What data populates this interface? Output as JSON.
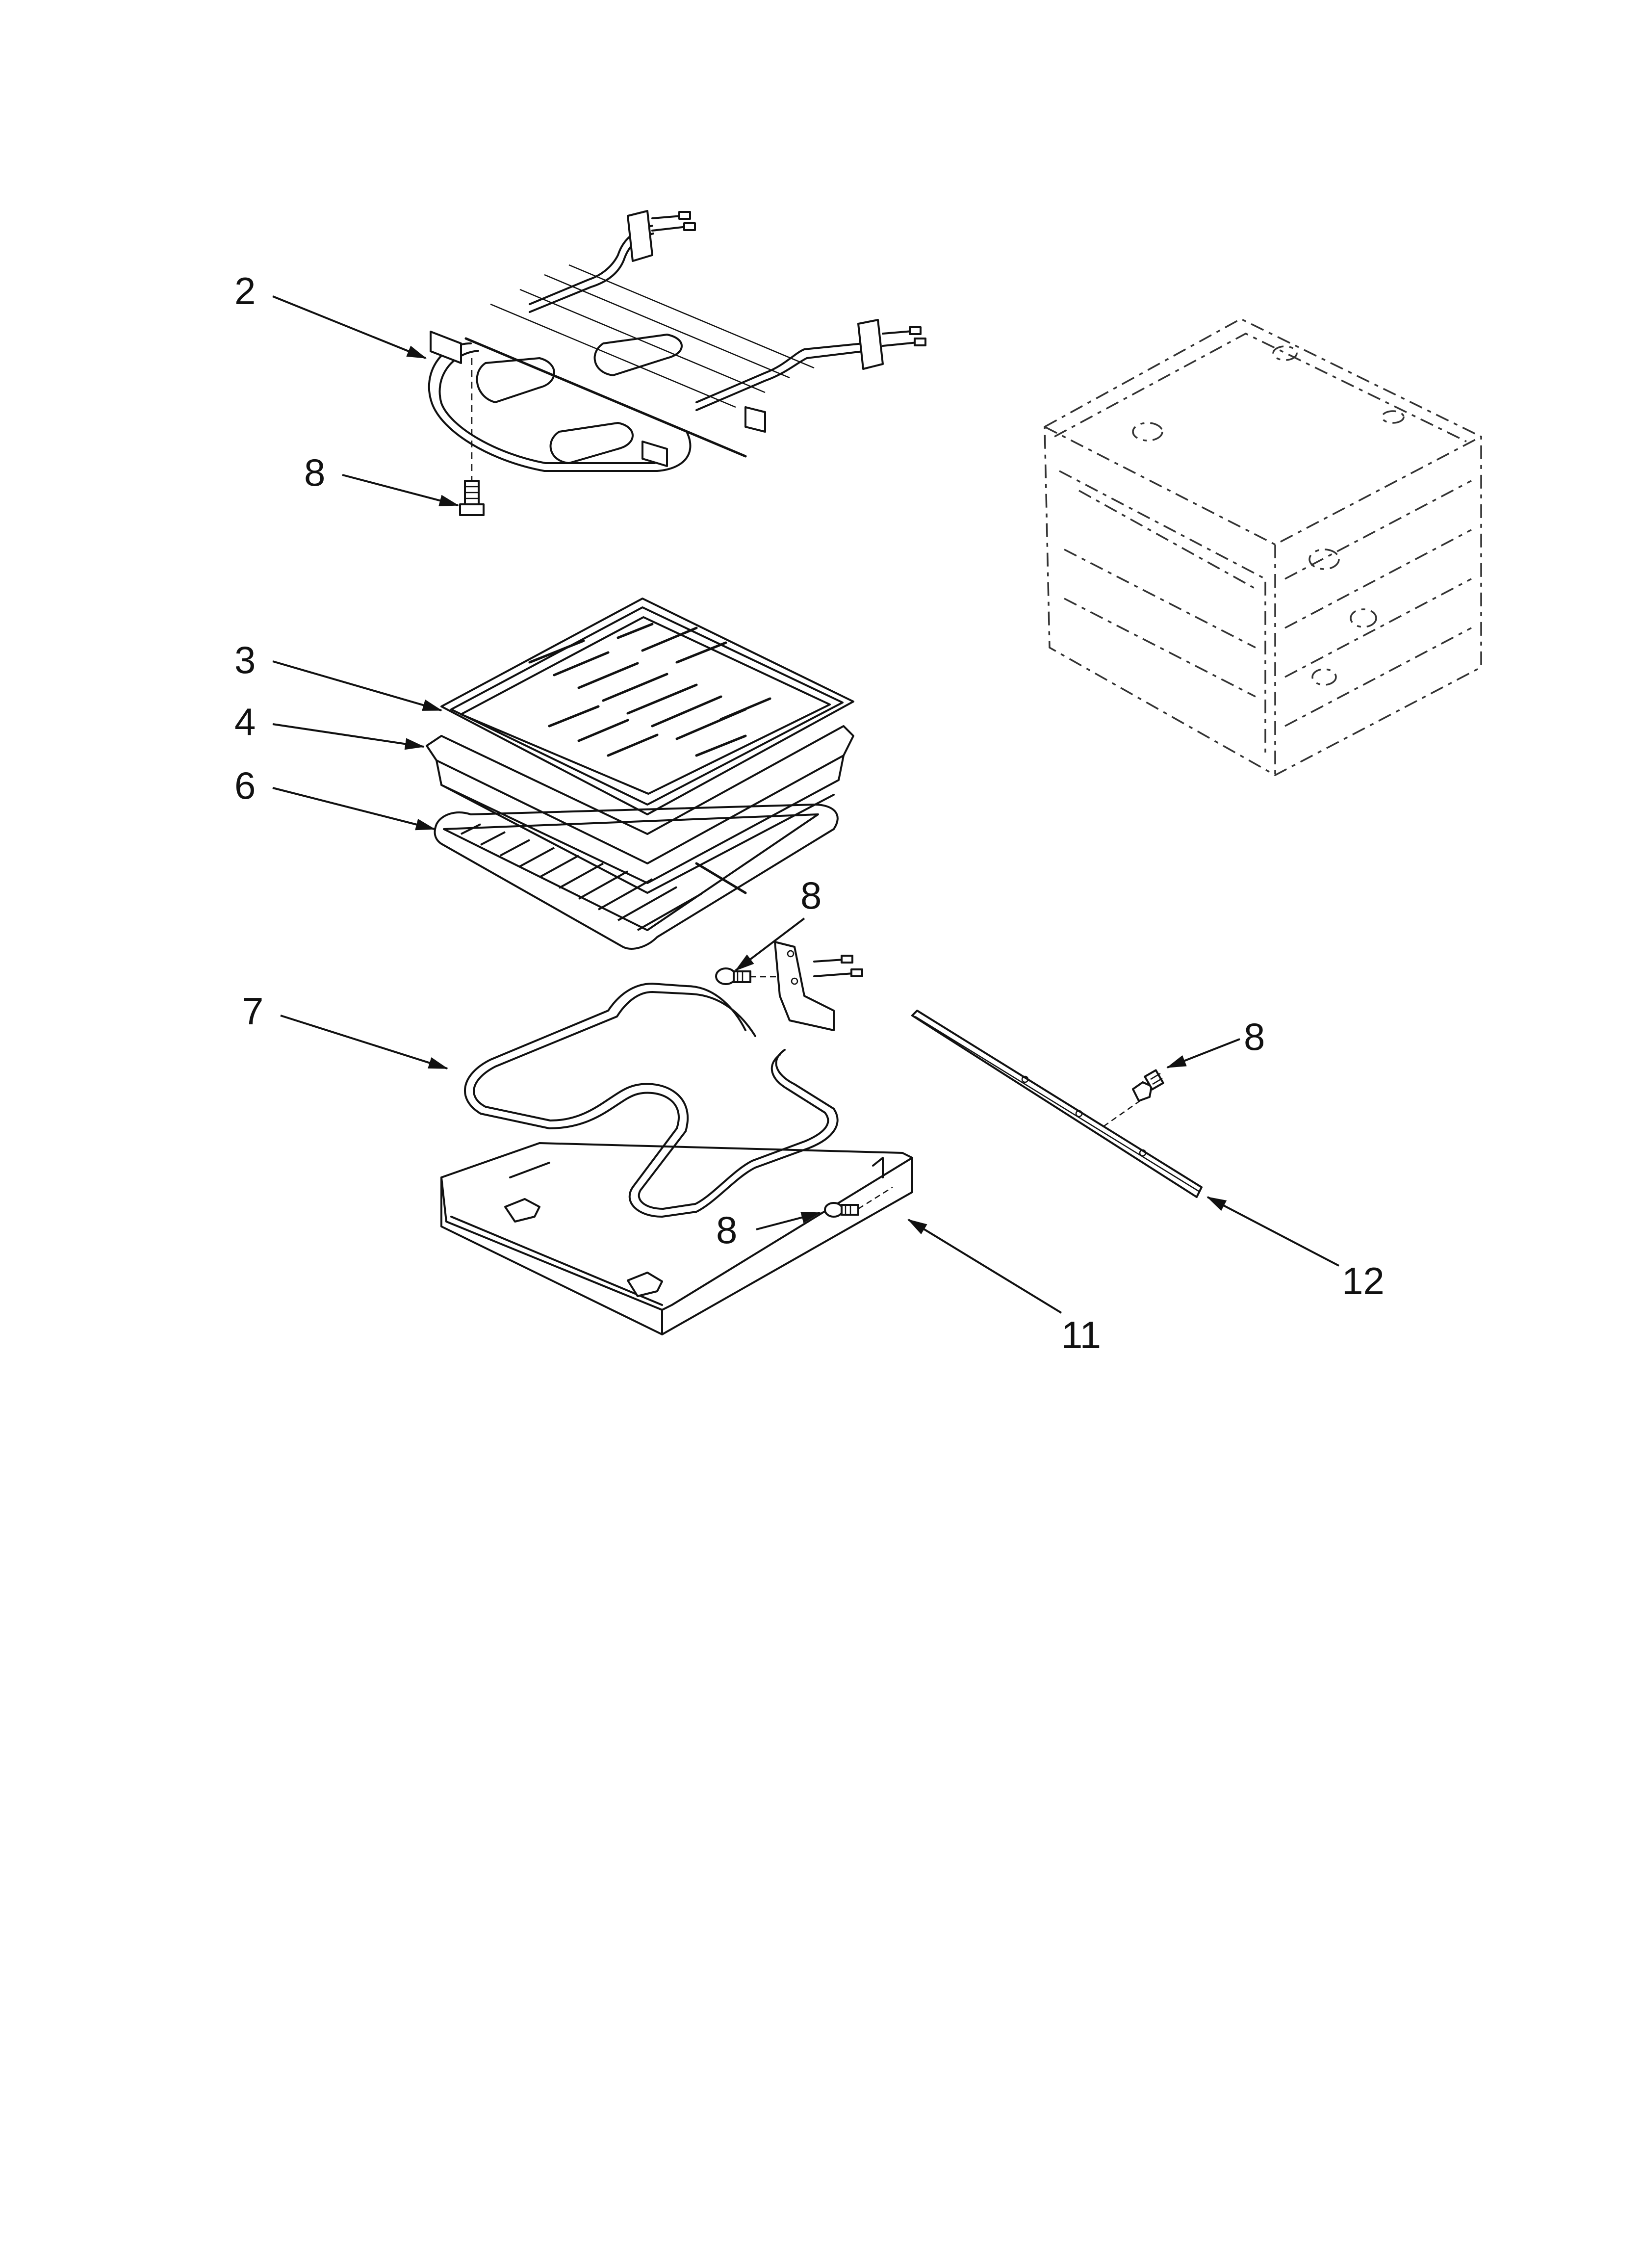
{
  "diagram": {
    "callouts": [
      {
        "id": "c2",
        "label": "2"
      },
      {
        "id": "c8a",
        "label": "8"
      },
      {
        "id": "c3",
        "label": "3"
      },
      {
        "id": "c4",
        "label": "4"
      },
      {
        "id": "c6",
        "label": "6"
      },
      {
        "id": "c8b",
        "label": "8"
      },
      {
        "id": "c7",
        "label": "7"
      },
      {
        "id": "c8c",
        "label": "8"
      },
      {
        "id": "c8d",
        "label": "8"
      },
      {
        "id": "c12",
        "label": "12"
      },
      {
        "id": "c11",
        "label": "11"
      }
    ]
  }
}
